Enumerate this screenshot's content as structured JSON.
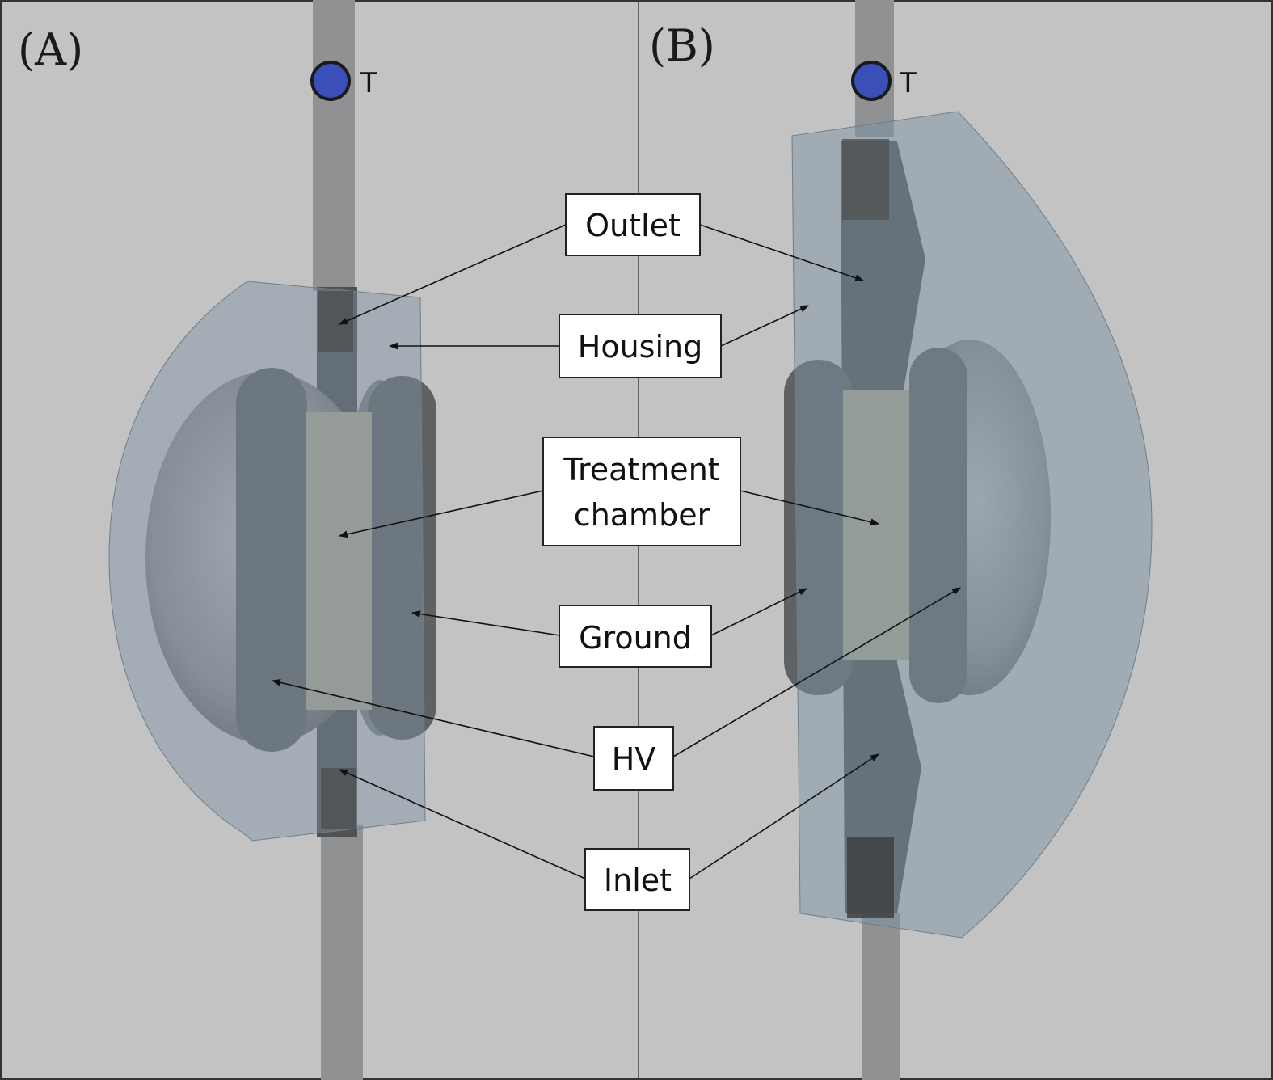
{
  "panels": [
    {
      "label": "(A)"
    },
    {
      "label": "(B)"
    }
  ],
  "sensor": {
    "label": "T",
    "color": "#3a4fb8"
  },
  "labels": {
    "outlet": "Outlet",
    "housing": "Housing",
    "treatment_line1": "Treatment",
    "treatment_line2": "chamber",
    "ground": "Ground",
    "hv": "HV",
    "inlet": "Inlet"
  },
  "colors": {
    "background": "#c3c3c3",
    "tube": "#8f9193",
    "housing": "#7e93a3",
    "electrode": "#5f6163",
    "chamber": "#a8a48e"
  }
}
